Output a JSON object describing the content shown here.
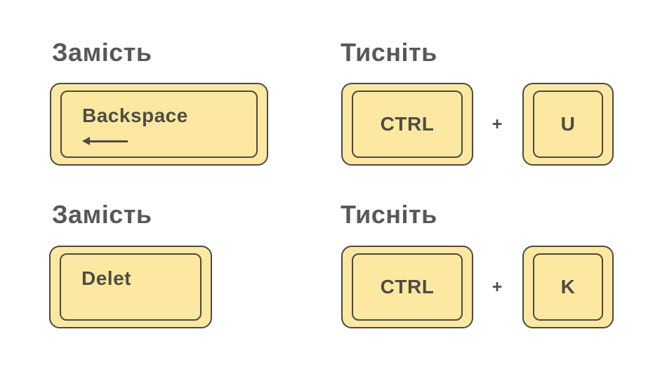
{
  "colors": {
    "key_fill": "#fce8a0",
    "key_border": "#4c4a44",
    "key_text": "#4e4c46",
    "heading_text": "#58585a",
    "page_bg": "#ffffff"
  },
  "icons": {
    "backspace_arrow": "left-arrow"
  },
  "sections": [
    {
      "heading": "Замість",
      "keys": [
        {
          "label": "Backspace",
          "icon": "left-arrow"
        }
      ]
    },
    {
      "heading": "Тисніть",
      "separator": "+",
      "keys": [
        {
          "label": "CTRL"
        },
        {
          "label": "U"
        }
      ]
    },
    {
      "heading": "Замість",
      "keys": [
        {
          "label": "Delet"
        }
      ]
    },
    {
      "heading": "Тисніть",
      "separator": "+",
      "keys": [
        {
          "label": "CTRL"
        },
        {
          "label": "K"
        }
      ]
    }
  ]
}
